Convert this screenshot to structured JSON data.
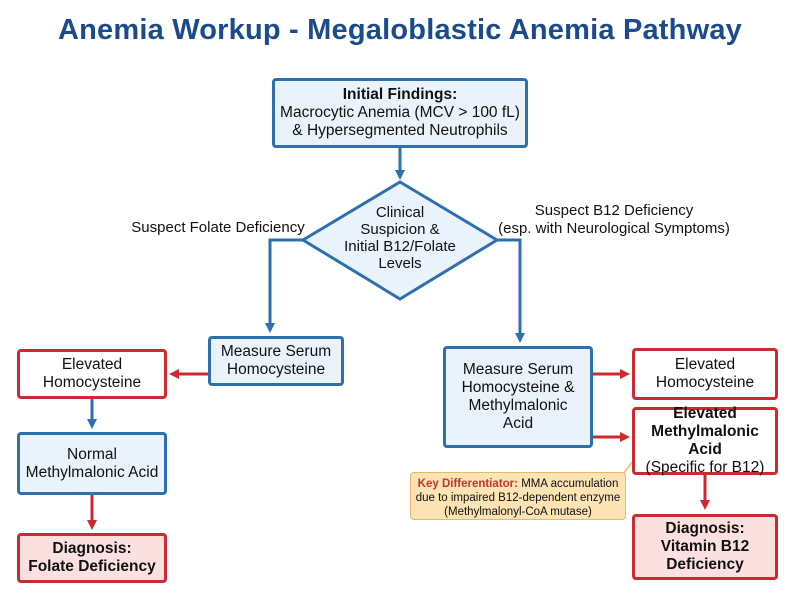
{
  "title": "Anemia Workup - Megaloblastic Anemia Pathway",
  "nodes": {
    "initial": {
      "heading": "Initial Findings:",
      "line1": "Macrocytic Anemia (MCV > 100 fL)",
      "line2": "& Hypersegmented Neutrophils"
    },
    "decision": {
      "line1": "Clinical",
      "line2": "Suspicion &",
      "line3": "Initial B12/Folate",
      "line4": "Levels"
    },
    "measure_hcy": {
      "line1": "Measure Serum",
      "line2": "Homocysteine"
    },
    "left_elevated_hcy": {
      "line1": "Elevated",
      "line2": "Homocysteine"
    },
    "normal_mma": {
      "line1": "Normal",
      "line2": "Methylmalonic Acid"
    },
    "folate_dx": {
      "line1": "Diagnosis:",
      "line2": "Folate Deficiency"
    },
    "measure_both": {
      "line1": "Measure Serum",
      "line2": "Homocysteine &",
      "line3": "Methylmalonic",
      "line4": "Acid"
    },
    "right_elevated_hcy": {
      "line1": "Elevated",
      "line2": "Homocysteine"
    },
    "elevated_mma": {
      "line1": "Elevated",
      "line2": "Methylmalonic Acid",
      "line3": "(Specific for B12)"
    },
    "b12_dx": {
      "line1": "Diagnosis:",
      "line2": "Vitamin B12",
      "line3": "Deficiency"
    }
  },
  "branches": {
    "left": "Suspect Folate Deficiency",
    "right_line1": "Suspect B12 Deficiency",
    "right_line2": "(esp. with Neurological Symptoms)"
  },
  "note": {
    "label": "Key Differentiator:",
    "line1": "MMA accumulation",
    "line2": "due to impaired B12-dependent enzyme",
    "line3": "(Methylmalonyl-CoA mutase)"
  },
  "colors": {
    "title": "#1a4c8b",
    "blue_border": "#2e6fb0",
    "blue_fill": "#eaf3fb",
    "red_border": "#cc2a32",
    "red_fill": "#fbe0e0",
    "note_fill": "#fbe3b3"
  }
}
